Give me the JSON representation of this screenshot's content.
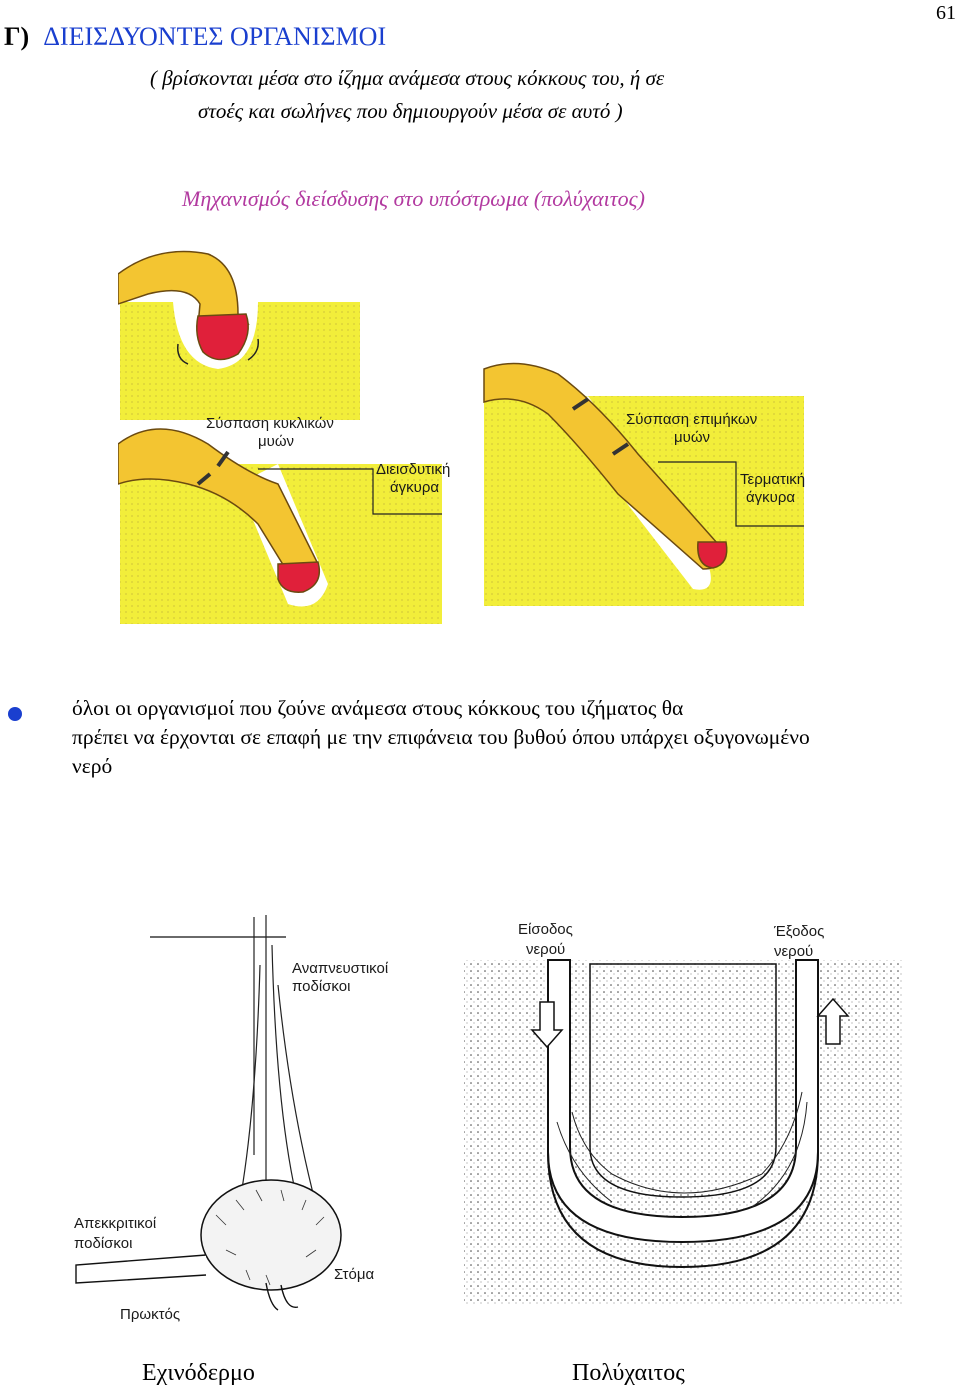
{
  "page_number": "61",
  "section": {
    "letter": "Γ)",
    "title": "ΔΙΕΙΣΔΥΟΝΤΕΣ ΟΡΓΑΝΙΣΜΟΙ",
    "subtitle_line1": "( βρίσκονται μέσα στο ίζημα ανάμεσα στους κόκκους του, ή σε",
    "subtitle_line2": "στοές και σωλήνες που δημιουργούν μέσα σε αυτό )"
  },
  "figure1": {
    "title": "Μηχανισμός διείσδυσης στο υπόστρωμα (πολύχαιτος)",
    "label_circular_1": "Σύσπαση κυκλικών",
    "label_circular_2": "μυών",
    "label_penetration_1": "Διεισδυτική",
    "label_penetration_2": "άγκυρα",
    "label_longitudinal_1": "Σύσπαση επιμήκων",
    "label_longitudinal_2": "μυών",
    "label_terminal_1": "Τερματική",
    "label_terminal_2": "άγκυρα"
  },
  "bullet": {
    "line1": "όλοι οι οργανισμοί που ζούνε ανάμεσα στους κόκκους του ιζήματος θα",
    "line2": "πρέπει να έρχονται σε επαφή με την επιφάνεια του βυθού όπου υπάρχει οξυγονωμένο",
    "line3": "νερό"
  },
  "figure2": {
    "label_resp_1": "Αναπνευστικοί",
    "label_resp_2": "ποδίσκοι",
    "label_excr_1": "Απεκκριτικοί",
    "label_excr_2": "ποδίσκοι",
    "label_mouth": "Στόμα",
    "label_anus": "Πρωκτός",
    "caption": "Εχινόδερμο"
  },
  "figure3": {
    "label_in_1": "Είσοδος",
    "label_in_2": "νερού",
    "label_out_1": "Έξοδος",
    "label_out_2": "νερού",
    "caption": "Πολύχαιτος"
  },
  "colors": {
    "heading_blue": "#1a3fcf",
    "figure_title_magenta": "#b23aa0",
    "sediment_yellow": "#f2ee3a",
    "worm_yellow": "#f3c531",
    "anchor_red": "#e0203a"
  }
}
